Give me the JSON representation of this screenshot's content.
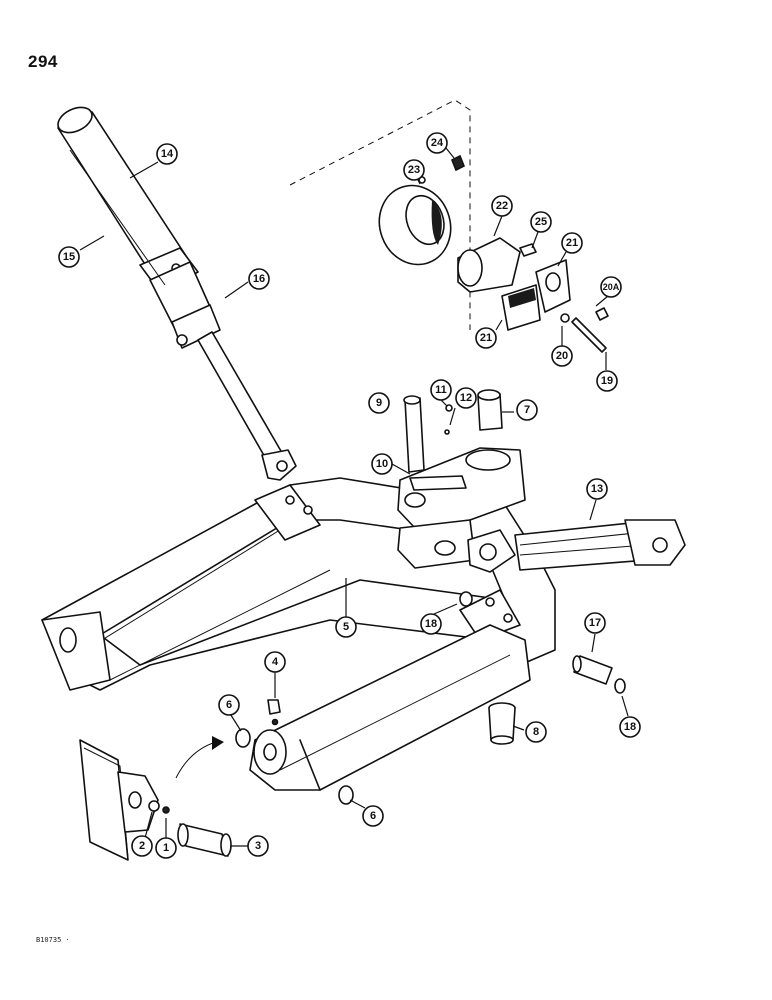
{
  "page": {
    "number": "294",
    "figure_code": "B10735 ·"
  },
  "callouts": [
    {
      "label": "1"
    },
    {
      "label": "2"
    },
    {
      "label": "3"
    },
    {
      "label": "4"
    },
    {
      "label": "5"
    },
    {
      "label": "6"
    },
    {
      "label": "6"
    },
    {
      "label": "7"
    },
    {
      "label": "8"
    },
    {
      "label": "9"
    },
    {
      "label": "10"
    },
    {
      "label": "11"
    },
    {
      "label": "12"
    },
    {
      "label": "13"
    },
    {
      "label": "14"
    },
    {
      "label": "15"
    },
    {
      "label": "16"
    },
    {
      "label": "17"
    },
    {
      "label": "18"
    },
    {
      "label": "18"
    },
    {
      "label": "19"
    },
    {
      "label": "20"
    },
    {
      "label": "20A"
    },
    {
      "label": "21"
    },
    {
      "label": "21"
    },
    {
      "label": "22"
    },
    {
      "label": "23"
    },
    {
      "label": "24"
    },
    {
      "label": "25"
    }
  ]
}
